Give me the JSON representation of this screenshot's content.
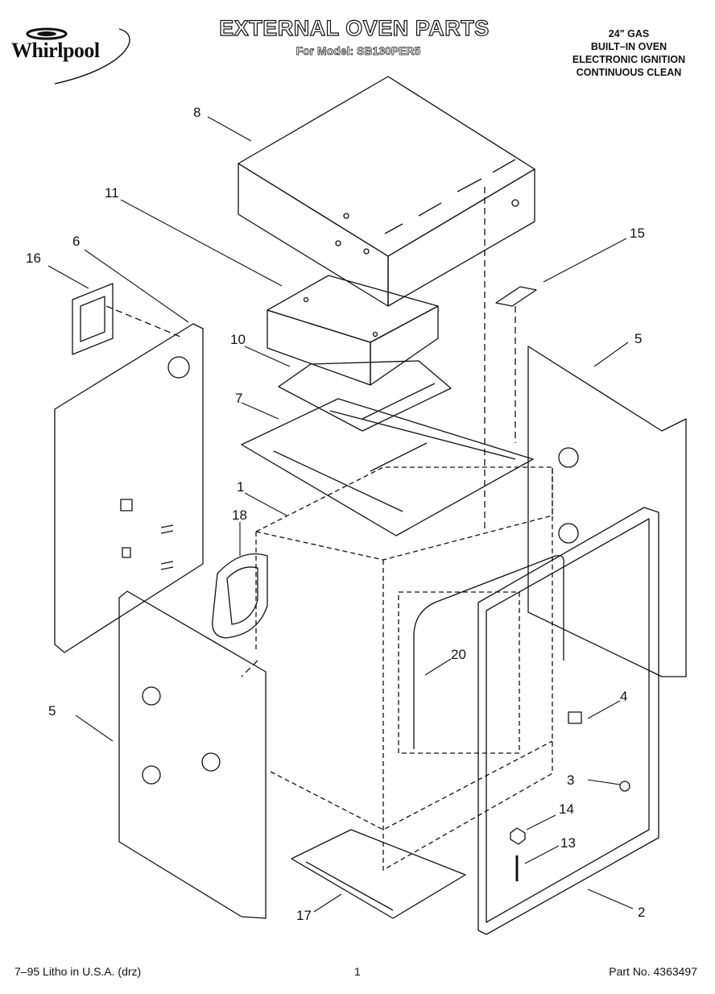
{
  "brand": {
    "name": "Whirlpool"
  },
  "header": {
    "title": "EXTERNAL OVEN PARTS",
    "subtitle": "For Model: SB130PER5",
    "spec_lines": [
      "24\" GAS",
      "BUILT–IN OVEN",
      "ELECTRONIC IGNITION",
      "CONTINUOUS CLEAN"
    ]
  },
  "callouts": {
    "c1": "1",
    "c2": "2",
    "c3": "3",
    "c4": "4",
    "c5a": "5",
    "c5b": "5",
    "c6": "6",
    "c7": "7",
    "c8": "8",
    "c10": "10",
    "c11": "11",
    "c13": "13",
    "c14": "14",
    "c15": "15",
    "c16": "16",
    "c17": "17",
    "c18": "18",
    "c20": "20"
  },
  "footer": {
    "left": "7–95 Litho in U.S.A. (drz)",
    "page": "1",
    "part_no": "Part No. 4363497"
  }
}
